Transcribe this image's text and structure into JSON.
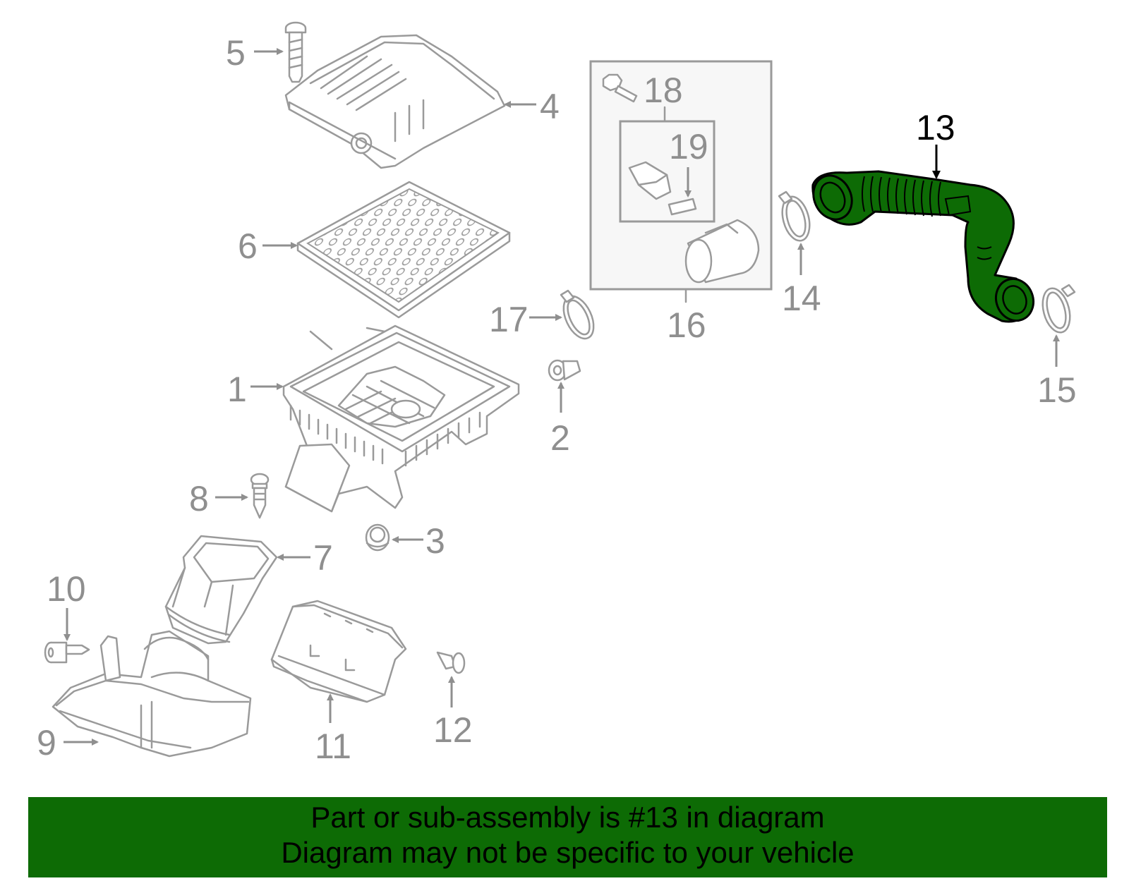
{
  "callouts": {
    "c1": "1",
    "c2": "2",
    "c3": "3",
    "c4": "4",
    "c5": "5",
    "c6": "6",
    "c7": "7",
    "c8": "8",
    "c9": "9",
    "c10": "10",
    "c11": "11",
    "c12": "12",
    "c13": "13",
    "c14": "14",
    "c15": "15",
    "c16": "16",
    "c17": "17",
    "c18": "18",
    "c19": "19"
  },
  "highlight": {
    "part": "13",
    "color": "#0d6b05"
  },
  "colors": {
    "line": "#9a9a9a",
    "label": "#8f8f8f",
    "banner": "#0d6b05"
  },
  "banner": {
    "line1": "Part or sub-assembly is #13 in diagram",
    "line2": "Diagram may not be specific to your vehicle"
  }
}
